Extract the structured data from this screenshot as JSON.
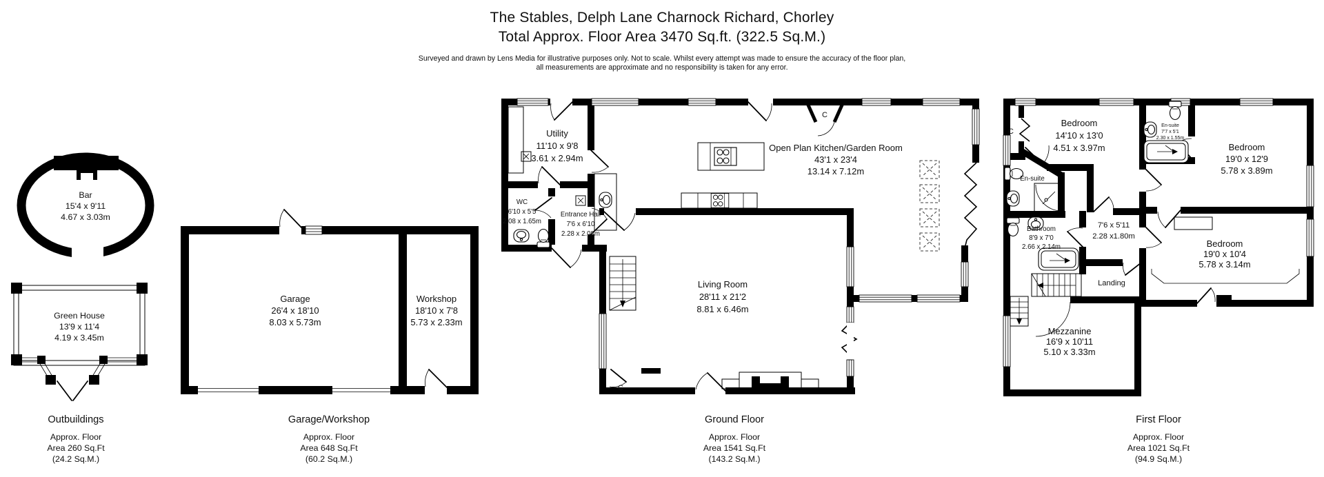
{
  "header": {
    "title": "The Stables, Delph Lane Charnock Richard, Chorley",
    "subtitle": "Total Approx. Floor Area 3470 Sq.ft. (322.5 Sq.M.)",
    "disclaimer_line1": "Surveyed and drawn by Lens Media for illustrative purposes only. Not to scale. Whilst every attempt was made to ensure the accuracy of the floor plan,",
    "disclaimer_line2": "all measurements are approximate and no responsibility is taken for any error."
  },
  "labels": {
    "cupboard": "C"
  },
  "outbuildings": {
    "section_label": "Outbuildings",
    "area_line1": "Approx. Floor",
    "area_line2": "Area 260 Sq.Ft",
    "area_line3": "(24.2 Sq.M.)",
    "rooms": {
      "bar": {
        "name": "Bar",
        "dims_ft": "15'4 x 9'11",
        "dims_m": "4.67 x 3.03m"
      },
      "green_house": {
        "name": "Green House",
        "dims_ft": "13'9 x 11'4",
        "dims_m": "4.19 x 3.45m"
      }
    }
  },
  "garage_workshop": {
    "section_label": "Garage/Workshop",
    "area_line1": "Approx. Floor",
    "area_line2": "Area 648 Sq.Ft",
    "area_line3": "(60.2 Sq.M.)",
    "rooms": {
      "garage": {
        "name": "Garage",
        "dims_ft": "26'4 x 18'10",
        "dims_m": "8.03 x 5.73m"
      },
      "workshop": {
        "name": "Workshop",
        "dims_ft": "18'10 x 7'8",
        "dims_m": "5.73 x 2.33m"
      }
    }
  },
  "ground_floor": {
    "section_label": "Ground Floor",
    "area_line1": "Approx. Floor",
    "area_line2": "Area 1541 Sq.Ft",
    "area_line3": "(143.2 Sq.M.)",
    "rooms": {
      "utility": {
        "name": "Utility",
        "dims_ft": "11'10 x 9'8",
        "dims_m": "3.61 x 2.94m"
      },
      "wc": {
        "name": "WC",
        "dims_ft": "6'10 x 5'5",
        "dims_m": "2.08 x 1.65m"
      },
      "entrance_hall": {
        "name": "Entrance Hall",
        "dims_ft": "7'6 x 6'10",
        "dims_m": "2.28 x 2.08m"
      },
      "kitchen_garden_room": {
        "name": "Open Plan Kitchen/Garden Room",
        "dims_ft": "43'1 x 23'4",
        "dims_m": "13.14 x 7.12m"
      },
      "living_room": {
        "name": "Living Room",
        "dims_ft": "28'11 x 21'2",
        "dims_m": "8.81 x 6.46m"
      }
    }
  },
  "first_floor": {
    "section_label": "First Floor",
    "area_line1": "Approx. Floor",
    "area_line2": "Area 1021 Sq.Ft",
    "area_line3": "(94.9 Sq.M.)",
    "rooms": {
      "bedroom_1": {
        "name": "Bedroom",
        "dims_ft": "14'10 x 13'0",
        "dims_m": "4.51 x 3.97m"
      },
      "en_suite_1": {
        "name": "En-suite"
      },
      "en_suite_2": {
        "name": "En-suite",
        "dims_ft": "7'7 x 5'1",
        "dims_m": "2.30 x 1.55m"
      },
      "bedroom_2": {
        "name": "Bedroom",
        "dims_ft": "19'0 x 12'9",
        "dims_m": "5.78 x 3.89m"
      },
      "bathroom": {
        "name": "Bathroom",
        "dims_ft": "8'9 x 7'0",
        "dims_m": "2.66 x 2.14m"
      },
      "inner_hall": {
        "dims_ft": "7'6 x 5'11",
        "dims_m": "2.28 x1.80m"
      },
      "landing": {
        "name": "Landing"
      },
      "bedroom_3": {
        "name": "Bedroom",
        "dims_ft": "19'0 x 10'4",
        "dims_m": "5.78 x 3.14m"
      },
      "mezzanine": {
        "name": "Mezzanine",
        "dims_ft": "16'9 x 10'11",
        "dims_m": "5.10 x 3.33m"
      }
    }
  }
}
